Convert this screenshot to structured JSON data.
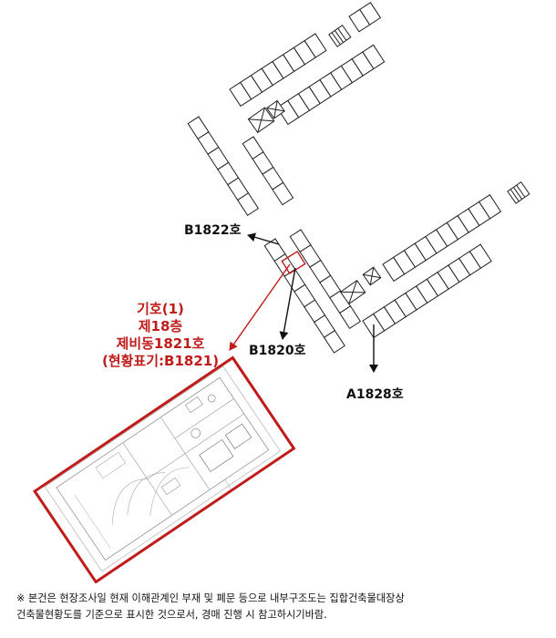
{
  "labels": {
    "b1822": "B1822호",
    "b1820": "B1820호",
    "a1828": "A1828호"
  },
  "subject": {
    "line1": "기호(1)",
    "line2": "제18층",
    "line3": "제비동1821호",
    "line4": "(현황표기:B1821)"
  },
  "note": {
    "line1": "※ 본건은 현장조사일 현재 이해관계인 부재 및 폐문 등으로 내부구조도는 집합건축물대장상",
    "line2": "건축물현황도를 기준으로 표시한 것으로서, 경매 진행 시 참고하시기바람."
  },
  "colors": {
    "highlight": "#c01c1c",
    "lines": "#222222",
    "text": "#111111"
  }
}
